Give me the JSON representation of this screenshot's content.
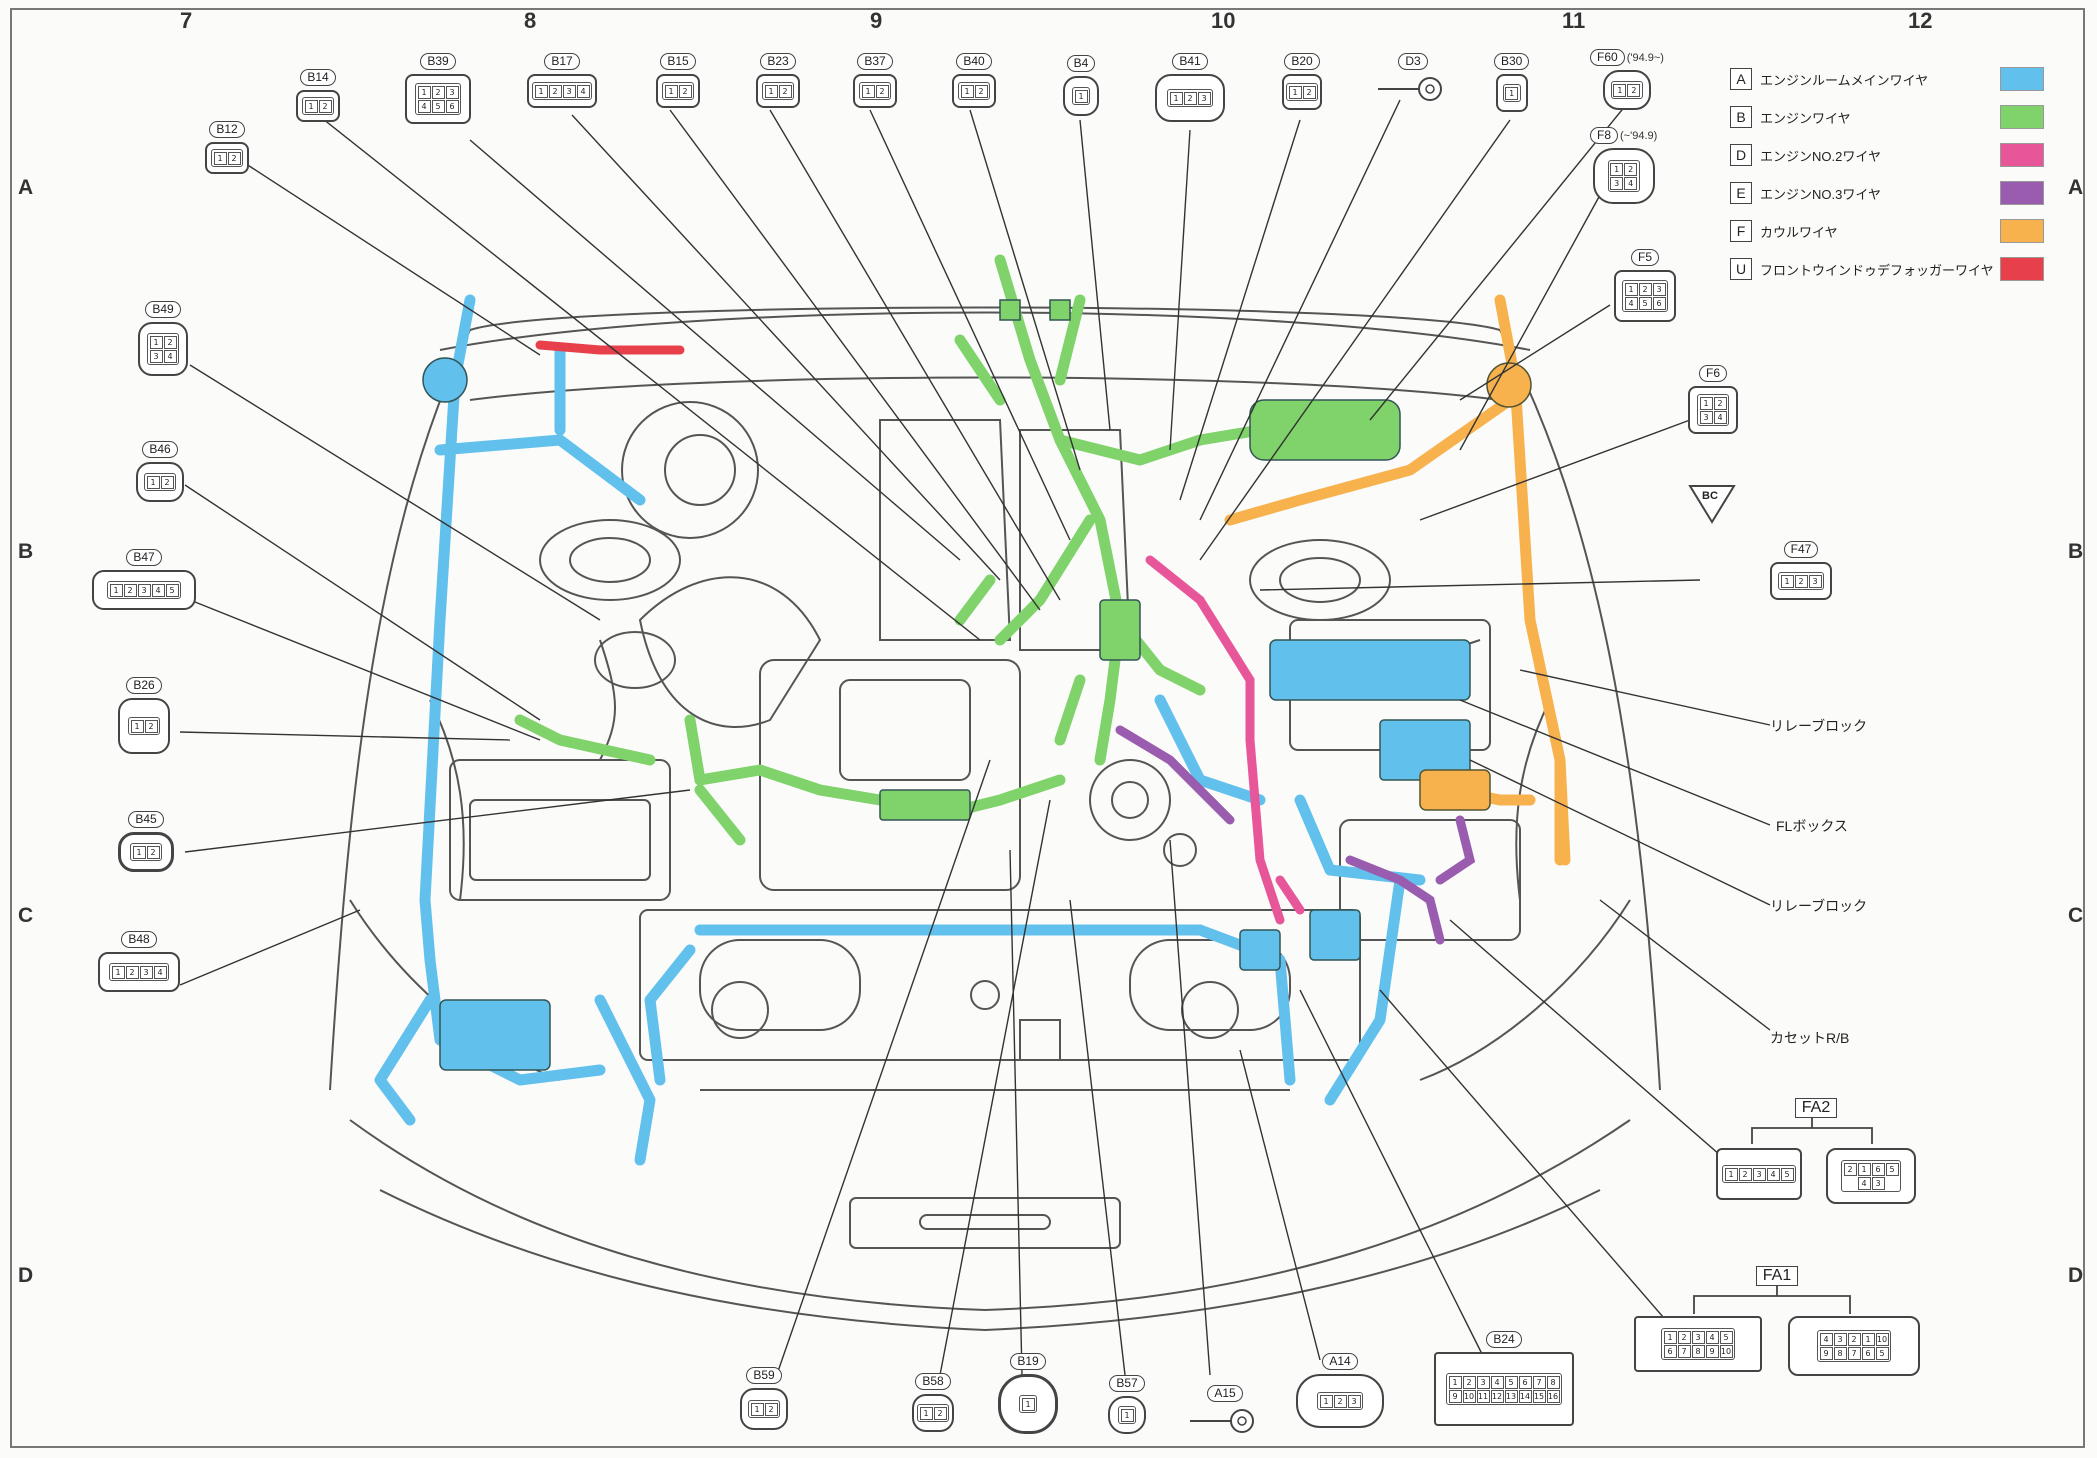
{
  "columns": [
    "7",
    "8",
    "9",
    "10",
    "11",
    "12"
  ],
  "rows": [
    "A",
    "B",
    "C",
    "D"
  ],
  "legend": [
    {
      "code": "A",
      "name": "エンジンルームメインワイヤ",
      "color": "#62c0ec"
    },
    {
      "code": "B",
      "name": "エンジンワイヤ",
      "color": "#7fd36a"
    },
    {
      "code": "D",
      "name": "エンジンNO.2ワイヤ",
      "color": "#e8569a"
    },
    {
      "code": "E",
      "name": "エンジンNO.3ワイヤ",
      "color": "#9a5cae"
    },
    {
      "code": "F",
      "name": "カウルワイヤ",
      "color": "#f7b24e"
    },
    {
      "code": "U",
      "name": "フロントウインドゥデフォッガーワイヤ",
      "color": "#e8404a"
    }
  ],
  "connectors": {
    "B12": {
      "label": "B12",
      "pins": [
        "1",
        "2"
      ]
    },
    "B14": {
      "label": "B14",
      "pins": [
        "1",
        "2"
      ]
    },
    "B39": {
      "label": "B39",
      "pins": [
        "1",
        "2",
        "3",
        "4",
        "5",
        "6"
      ]
    },
    "B17": {
      "label": "B17",
      "pins": [
        "1",
        "2",
        "3",
        "4"
      ]
    },
    "B15": {
      "label": "B15",
      "pins": [
        "1",
        "2"
      ]
    },
    "B23": {
      "label": "B23",
      "pins": [
        "1",
        "2"
      ]
    },
    "B37": {
      "label": "B37",
      "pins": [
        "1",
        "2"
      ]
    },
    "B40": {
      "label": "B40",
      "pins": [
        "1",
        "2"
      ]
    },
    "B4": {
      "label": "B4",
      "pins": [
        "1"
      ]
    },
    "B41": {
      "label": "B41",
      "pins": [
        "1",
        "2",
        "3"
      ]
    },
    "B20": {
      "label": "B20",
      "pins": [
        "1",
        "2"
      ]
    },
    "D3": {
      "label": "D3",
      "pins": []
    },
    "B30": {
      "label": "B30",
      "pins": [
        "1"
      ]
    },
    "F60": {
      "label": "F60",
      "note": "('94.9~)",
      "pins": [
        "1",
        "2"
      ]
    },
    "F8": {
      "label": "F8",
      "note": "(~'94.9)",
      "pins": [
        "1",
        "2",
        "3",
        "4"
      ]
    },
    "F5": {
      "label": "F5",
      "pins": [
        "1",
        "2",
        "3",
        "4",
        "5",
        "6"
      ]
    },
    "F6": {
      "label": "F6",
      "pins": [
        "1",
        "2",
        "3",
        "4"
      ]
    },
    "F47": {
      "label": "F47",
      "pins": [
        "1",
        "2",
        "3"
      ]
    },
    "B49": {
      "label": "B49",
      "pins": [
        "1",
        "2",
        "3",
        "4"
      ]
    },
    "B46": {
      "label": "B46",
      "pins": [
        "1",
        "2"
      ]
    },
    "B47": {
      "label": "B47",
      "pins": [
        "1",
        "2",
        "3",
        "4",
        "5"
      ]
    },
    "B26": {
      "label": "B26",
      "pins": [
        "1",
        "2"
      ]
    },
    "B45": {
      "label": "B45",
      "pins": [
        "1",
        "2"
      ]
    },
    "B48": {
      "label": "B48",
      "pins": [
        "1",
        "2",
        "3",
        "4"
      ]
    },
    "B59": {
      "label": "B59",
      "pins": [
        "1",
        "2"
      ]
    },
    "B58": {
      "label": "B58",
      "pins": [
        "1",
        "2"
      ]
    },
    "B19": {
      "label": "B19",
      "pins": [
        "1"
      ]
    },
    "B57": {
      "label": "B57",
      "pins": [
        "1"
      ]
    },
    "A15": {
      "label": "A15",
      "pins": []
    },
    "A14": {
      "label": "A14",
      "pins": [
        "1",
        "2",
        "3"
      ]
    },
    "B24": {
      "label": "B24",
      "pins": [
        "1",
        "2",
        "3",
        "4",
        "5",
        "6",
        "7",
        "8",
        "9",
        "10",
        "11",
        "12",
        "13",
        "14",
        "15",
        "16"
      ]
    }
  },
  "fa2": {
    "label": "FA2",
    "left_pins": [
      "1",
      "2",
      "3",
      "4",
      "5"
    ],
    "right_pins": [
      "2",
      "1",
      "6",
      "5",
      "4",
      "3"
    ]
  },
  "fa1": {
    "label": "FA1",
    "left_pins": [
      "1",
      "2",
      "3",
      "4",
      "5",
      "6",
      "7",
      "8",
      "9",
      "10"
    ],
    "right_pins": [
      "4",
      "3",
      "2",
      "1",
      "10",
      "9",
      "8",
      "7",
      "6",
      "5"
    ]
  },
  "labels": {
    "relay1": "リレーブロック",
    "flbox": "FLボックス",
    "relay2": "リレーブロック",
    "cassette": "カセットR/B",
    "bc": "BC"
  }
}
